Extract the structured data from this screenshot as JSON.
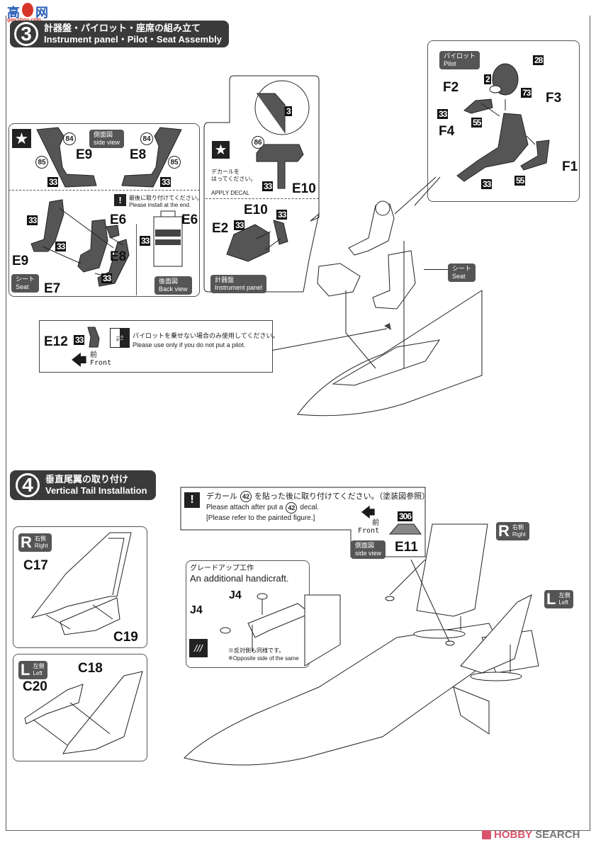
{
  "watermark": {
    "site_chars": [
      "高",
      "网"
    ],
    "site_url": "gao-shou.com"
  },
  "step3": {
    "number": "3",
    "title_jp": "計器盤・パイロット・座席の組み立て",
    "title_en": "Instrument panel・Pilot・Seat Assembly",
    "seat_panel": {
      "side_view_jp": "側面図",
      "side_view_en": "side view",
      "parts_top": [
        "E9",
        "E8"
      ],
      "decals": [
        "84",
        "85",
        "84",
        "85"
      ],
      "color_code": "33",
      "install_note_jp": "最後に取り付けてください。",
      "install_note_en": "Please install at the end.",
      "parts_bottom": [
        "E9",
        "E7",
        "E8",
        "E6",
        "E6"
      ],
      "seat_tag_jp": "シート",
      "seat_tag_en": "Seat",
      "back_view_jp": "後面図",
      "back_view_en": "Back view"
    },
    "instrument_panel": {
      "detail_color": "3",
      "decal": "86",
      "decal_note_jp": "デカールを\nはってください。",
      "decal_note_en": "APPLY DECAL",
      "color_code": "33",
      "parts": [
        "E10",
        "E10",
        "E2"
      ],
      "tag_jp": "計器盤",
      "tag_en": "Instrument panel"
    },
    "pilot_panel": {
      "tag_jp": "パイロット",
      "tag_en": "Pilot",
      "parts": [
        "F2",
        "F3",
        "F4",
        "F1"
      ],
      "colors": [
        "28",
        "2",
        "73",
        "33",
        "55",
        "55",
        "33"
      ]
    },
    "seat_callout": {
      "jp": "シート",
      "en": "Seat"
    },
    "e12_box": {
      "part": "E12",
      "color_code": "33",
      "front_jp": "前",
      "front_en": "Front",
      "note_jp": "パイロットを乗せない場合のみ使用してください。",
      "note_en": "Please use only if you do not put a pilot."
    }
  },
  "step4": {
    "number": "4",
    "title_jp": "垂直尾翼の取り付け",
    "title_en": "Vertical Tail Installation",
    "notice": {
      "line_jp_pre": "デカール",
      "decal": "42",
      "line_jp_post": "を貼った後に取り付けてください。（塗装図参照）",
      "line_en1_pre": "Please attach after put a",
      "line_en1_post": "decal.",
      "line_en2": "[Please refer to the painted figure.]",
      "front_jp": "前",
      "front_en": "Front",
      "side_view_jp": "側面図",
      "side_view_en": "side view",
      "color_code": "306",
      "part": "E11"
    },
    "right_panel": {
      "letter": "R",
      "jp": "右側",
      "en": "Right",
      "parts": [
        "C17",
        "C19"
      ]
    },
    "left_panel": {
      "letter": "L",
      "jp": "左側",
      "en": "Left",
      "parts": [
        "C18",
        "C20"
      ]
    },
    "handicraft": {
      "title_jp": "グレードアップ工作",
      "title_en": "An additional handicraft.",
      "parts": [
        "J4",
        "J4"
      ],
      "note_jp": "※反対側も同様です。",
      "note_en": "※Opposite side of the same"
    },
    "right_tag": {
      "letter": "R",
      "jp": "右側",
      "en": "Right"
    },
    "left_tag": {
      "letter": "L",
      "jp": "左側",
      "en": "Left"
    }
  },
  "footer": {
    "brand": "HOBBY SEARCH",
    "brand_color": "#d9546b"
  }
}
